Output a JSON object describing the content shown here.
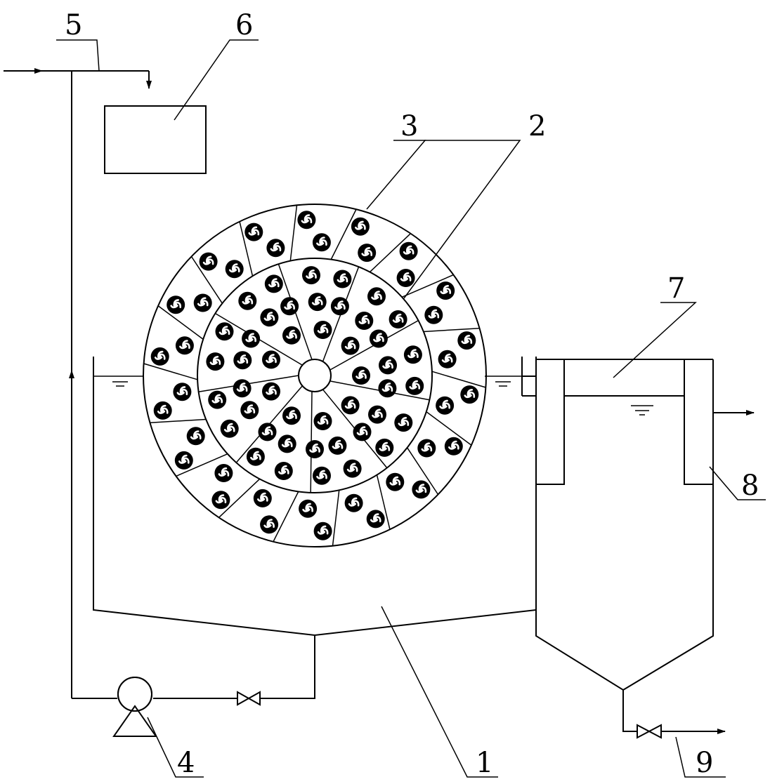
{
  "labels": {
    "l1": "1",
    "l2": "2",
    "l3": "3",
    "l4": "4",
    "l5": "5",
    "l6": "6",
    "l7": "7",
    "l8": "8",
    "l9": "9"
  },
  "colors": {
    "line": "#000000",
    "background": "#ffffff"
  },
  "media": {
    "inner_ring_segments": 9,
    "outer_ring_segments": 18,
    "carrier_icon": "fan-carrier-icon"
  }
}
